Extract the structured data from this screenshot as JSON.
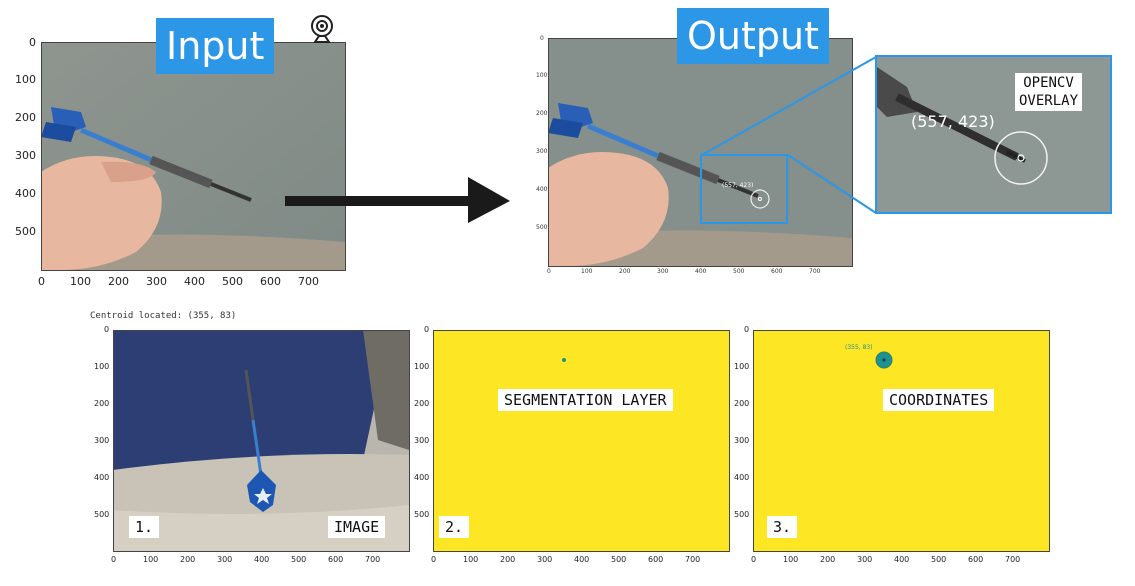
{
  "top": {
    "input_label": "Input",
    "output_label": "Output",
    "webcam_icon": "webcam-icon",
    "arrow_icon": "right-arrow-icon",
    "input_y_ticks": [
      "0",
      "100",
      "200",
      "300",
      "400",
      "500"
    ],
    "input_x_ticks": [
      "0",
      "100",
      "200",
      "300",
      "400",
      "500",
      "600",
      "700"
    ],
    "output_y_ticks": [
      "0",
      "100",
      "200",
      "300",
      "400",
      "500"
    ],
    "output_x_ticks": [
      "0",
      "100",
      "200",
      "300",
      "400",
      "500",
      "600",
      "700"
    ],
    "overlay_text": "(557, 423)",
    "zoom_label_line1": "OPENCV",
    "zoom_label_line2": "OVERLAY",
    "colors": {
      "accent": "#2b97e6"
    }
  },
  "bottom": {
    "centroid_text": "Centroid located: (355, 83)",
    "panels": [
      {
        "number": "1.",
        "title": "IMAGE"
      },
      {
        "number": "2.",
        "title": "SEGMENTATION LAYER"
      },
      {
        "number": "3.",
        "title": "COORDINATES"
      }
    ],
    "coord_text": "(355, 83)",
    "y_ticks": [
      "0",
      "100",
      "200",
      "300",
      "400",
      "500"
    ],
    "x_ticks": [
      "0",
      "100",
      "200",
      "300",
      "400",
      "500",
      "600",
      "700"
    ],
    "colors": {
      "segmentation_bg": "#fde725",
      "marker": "#21918c"
    }
  }
}
